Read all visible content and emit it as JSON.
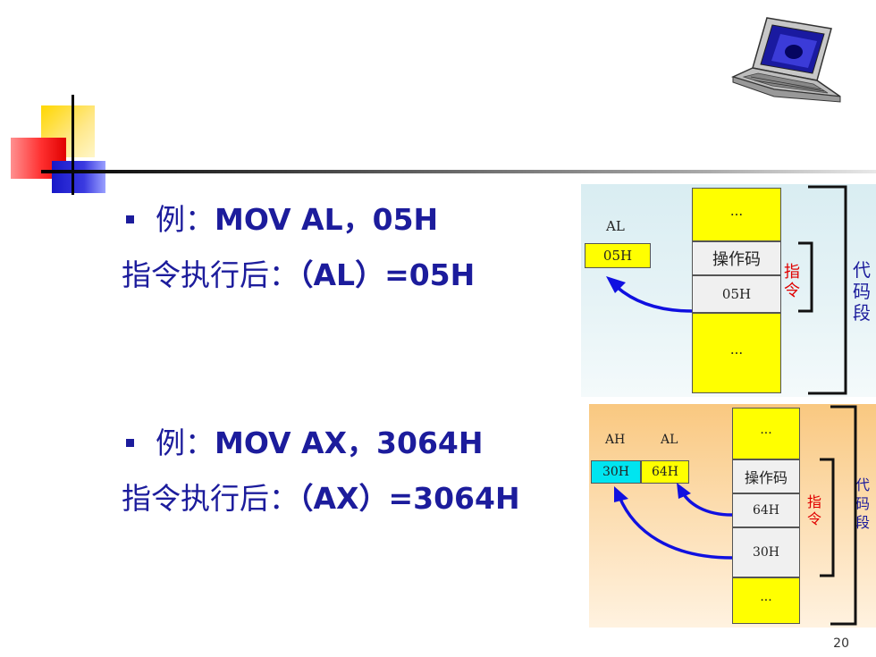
{
  "examples": [
    {
      "example_line": {
        "prefix": "例：",
        "code": "MOV  AL，05H"
      },
      "result_line": {
        "prefix": "指令执行后：",
        "code": "（AL）=05H"
      }
    },
    {
      "example_line": {
        "prefix": "例：",
        "code": "MOV  AX，3064H"
      },
      "result_line": {
        "prefix": "指令执行后：",
        "code": "（AX）=3064H"
      }
    }
  ],
  "diagram1": {
    "register_label": "AL",
    "register_value": "05H",
    "memory_cells": [
      "···",
      "操作码",
      "05H",
      "···"
    ],
    "instruction_label": "指令",
    "segment_label": "代码段"
  },
  "diagram2": {
    "register_labels": [
      "AH",
      "AL"
    ],
    "register_values": [
      "30H",
      "64H"
    ],
    "memory_cells": [
      "···",
      "操作码",
      "64H",
      "30H",
      "···"
    ],
    "instruction_label": "指令",
    "segment_label": "代码段"
  },
  "page_number": "20",
  "colors": {
    "text": "#1c1c9c",
    "yellow": "#ffff00",
    "cyan": "#00e5f0",
    "arrow": "#1010e0",
    "red_label": "#e00000"
  },
  "icons": [
    "laptop-icon"
  ]
}
